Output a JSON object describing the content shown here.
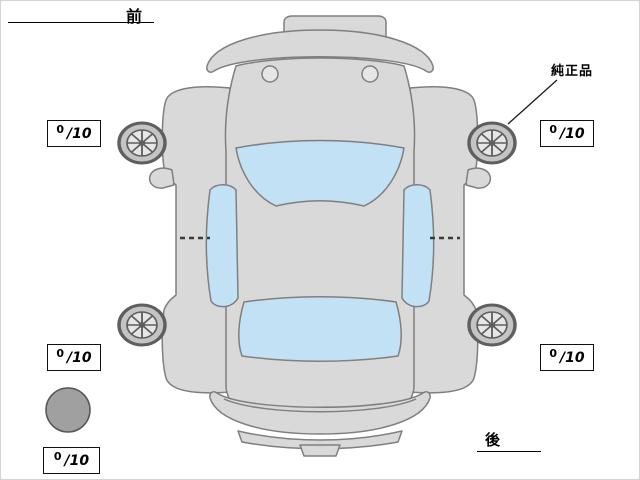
{
  "labels": {
    "front": "前",
    "rear": "後",
    "genuine_part": "純正品"
  },
  "scores": {
    "front_left": {
      "value": "0",
      "max": "/10"
    },
    "front_right": {
      "value": "0",
      "max": "/10"
    },
    "rear_left": {
      "value": "0",
      "max": "/10"
    },
    "rear_right": {
      "value": "0",
      "max": "/10"
    },
    "spare": {
      "value": "0",
      "max": "/10"
    }
  },
  "colors": {
    "bg": "#ffffff",
    "body": "#d9d9d9",
    "body_light": "#e6e6e6",
    "outline": "#7f7f7f",
    "window": "#c3e1f5",
    "wheel_rim": "#c4c4c4",
    "wheel_dark": "#5f5f5f",
    "spare": "#a0a0a0",
    "line": "#1c1c1c"
  }
}
